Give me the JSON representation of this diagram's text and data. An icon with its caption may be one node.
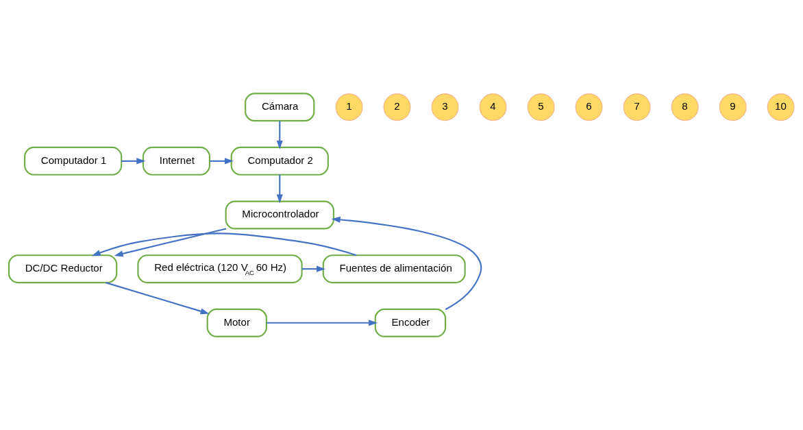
{
  "diagram": {
    "nodes": [
      {
        "text": [
          "Cámara"
        ]
      },
      {
        "text": [
          "Computador 1"
        ]
      },
      {
        "text": [
          "Internet"
        ]
      },
      {
        "text": [
          "Computador 2"
        ]
      },
      {
        "text": [
          "Encoder"
        ]
      },
      {
        "text": [
          "Motor"
        ]
      },
      {
        "text": [
          "Microcontrolador"
        ]
      },
      {
        "text": [
          "Red eléctrica (120 V$_{AC}$ 60 Hz)"
        ]
      },
      {
        "text": [
          "Fuentes de alimentación"
        ]
      },
      {
        "text": [
          "DC/DC Reductor"
        ]
      },
      {
        "text": [
          "1"
        ]
      },
      {
        "text": [
          "2"
        ]
      },
      {
        "text": [
          "3"
        ]
      },
      {
        "text": [
          "4"
        ]
      },
      {
        "text": [
          "5"
        ]
      },
      {
        "text": [
          "6"
        ]
      },
      {
        "text": [
          "7"
        ]
      },
      {
        "text": [
          "8"
        ]
      },
      {
        "text": [
          "9"
        ]
      },
      {
        "text": [
          "10"
        ]
      }
    ],
    "edges": [
      {
        "from": 1,
        "to": 2,
        "arrow": "to"
      },
      {
        "from": 2,
        "to": 3,
        "arrow": "to"
      },
      {
        "from": 0,
        "to": 3,
        "arrow": "to"
      },
      {
        "from": 3,
        "to": 6,
        "arrow": "to"
      },
      {
        "from": 4,
        "to": 6,
        "arrow": "to"
      },
      {
        "from": 5,
        "to": 4,
        "arrow": "to"
      },
      {
        "from": 6,
        "to": 9,
        "arrow": "to"
      },
      {
        "from": 7,
        "to": 8,
        "arrow": "to"
      },
      {
        "from": 8,
        "to": 9,
        "arrow": "to"
      },
      {
        "from": 9,
        "to": 5,
        "arrow": "to"
      }
    ]
  }
}
